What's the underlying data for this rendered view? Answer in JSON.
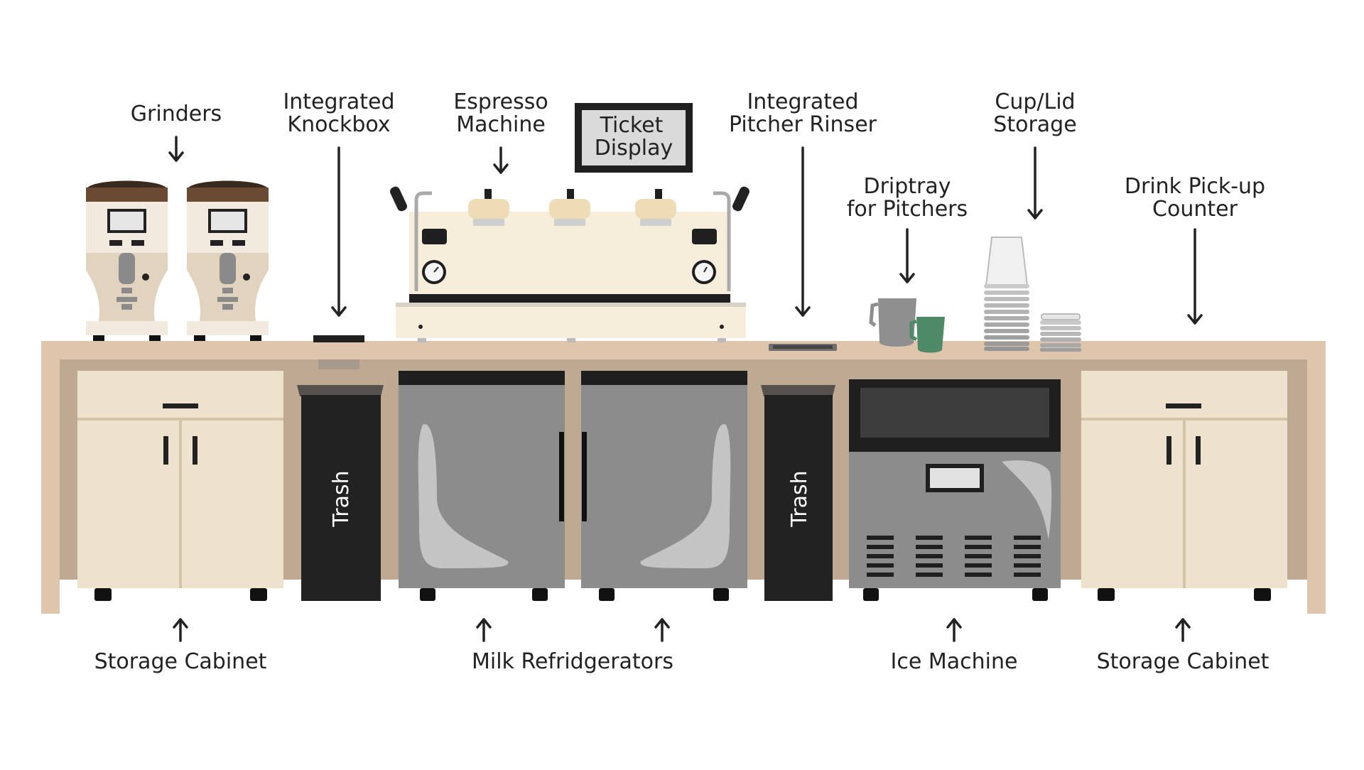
{
  "labels": {
    "grinders": "Grinders",
    "knockbox": "Integrated\nKnockbox",
    "espresso": "Espresso\nMachine",
    "ticket_line1": "Ticket",
    "ticket_line2": "Display",
    "rinser": "Integrated\nPitcher Rinser",
    "driptray": "Driptray\nfor Pitchers",
    "cups": "Cup/Lid\nStorage",
    "pickup": "Drink Pick-up\nCounter",
    "trash": "Trash",
    "storage_left": "Storage Cabinet",
    "milk": "Milk Refridgerators",
    "ice": "Ice Machine",
    "storage_right": "Storage Cabinet"
  },
  "colors": {
    "counter": "#dfc5ac",
    "cabinet": "#ede2cc",
    "espresso_body": "#f6eedb",
    "fridge": "#8c8c8c",
    "trash": "#222222",
    "pitcher_green": "#4e8a68",
    "pitcher_grey": "#8f8f8f"
  }
}
